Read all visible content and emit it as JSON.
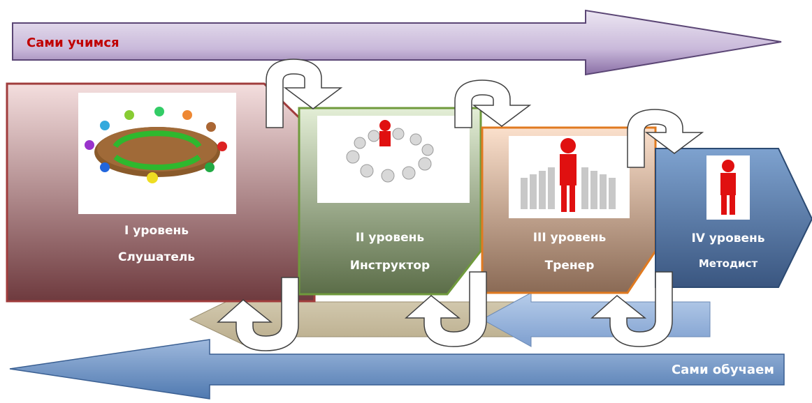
{
  "top_arrow": {
    "label": "Сами учимся"
  },
  "bottom_arrow": {
    "label": "Сами обучаем"
  },
  "levels": [
    {
      "level": "I уровень",
      "role": "Слушатель"
    },
    {
      "level": "II уровень",
      "role": "Инструктор"
    },
    {
      "level": "III уровень",
      "role": "Тренер"
    },
    {
      "level": "IV уровень",
      "role": "Методист"
    }
  ],
  "colors": {
    "top_arrow": "#c6b6d8",
    "bottom_arrow": "#6f93c4",
    "level1": "#b04a4a",
    "level2": "#7fa05a",
    "level3": "#e07a20",
    "level4": "#3f6597",
    "figure_red": "#e01010"
  },
  "icons": [
    "round-table-people-icon",
    "crowd-circle-icon",
    "red-leader-crowd-icon",
    "red-person-icon"
  ]
}
